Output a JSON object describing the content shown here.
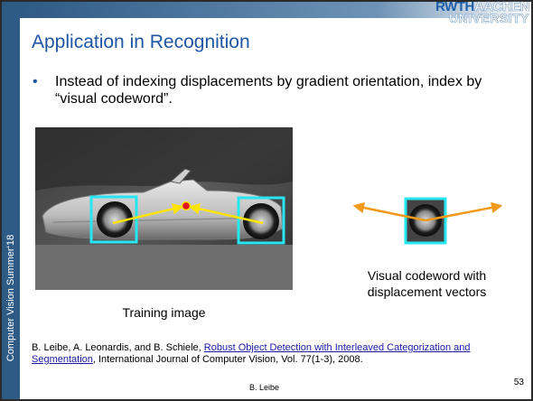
{
  "slide": {
    "title": "Application in Recognition",
    "bullet_text": "Instead of indexing displacements by gradient orientation, index by “visual codeword”.",
    "sidebar_text": "Computer Vision Summer‘18",
    "logo_line1_a": "RWTH",
    "logo_line1_b": "AACHEN",
    "logo_line2": "UNIVERSITY",
    "training_caption": "Training image",
    "codeword_caption_line1": "Visual codeword with",
    "codeword_caption_line2": "displacement vectors",
    "reference_authors": "B. Leibe, A. Leonardis, and B. Schiele, ",
    "reference_title": "Robust Object Detection with Interleaved Categorization and Segmentation",
    "reference_rest": ", International Journal of Computer Vision, Vol. 77(1-3), 2008.",
    "footer_author": "B. Leibe",
    "page_number": "53"
  },
  "colors": {
    "accent": "#1f55a3",
    "sidebar": "#2e5a86",
    "box": "#26e6f2",
    "arrow_yellow": "#ffe400",
    "arrow_orange": "#f29a1c",
    "center_point": "#e0141a"
  },
  "icons": {
    "bullet": "bullet-dot"
  }
}
